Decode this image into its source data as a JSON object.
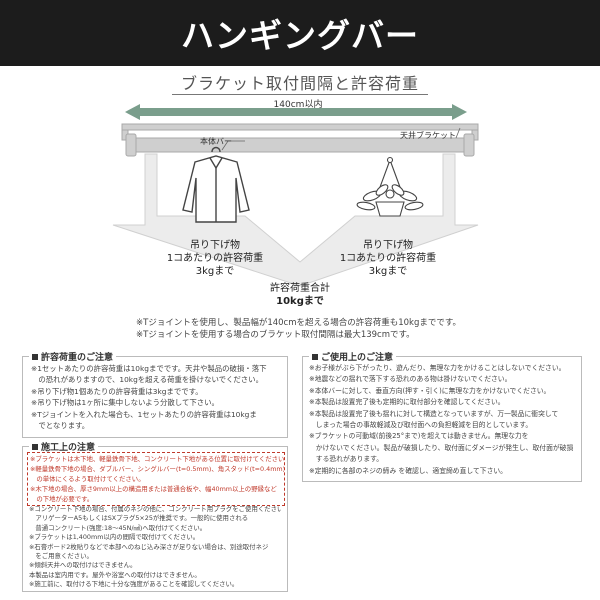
{
  "header": {
    "title": "ハンギングバー"
  },
  "subtitle": "ブラケット取付間隔と許容荷重",
  "diagram": {
    "width_label": "140cm以内",
    "bar_label": "本体バー",
    "bracket_label": "天井ブラケット",
    "left_load": [
      "吊り下げ物",
      "1コあたりの許容荷重",
      "3kgまで"
    ],
    "right_load": [
      "吊り下げ物",
      "1コあたりの許容荷重",
      "3kgまで"
    ],
    "total": [
      "許容荷重合計",
      "10kgまで"
    ]
  },
  "notes": [
    "※Tジョイントを使用し、製品幅が140cmを超える場合の許容荷重も10kgまでです。",
    "※Tジョイントを使用する場合のブラケット取付間隔は最大139cmです。"
  ],
  "load_box": {
    "title": "許容荷重のご注意",
    "lines": [
      "※1セットあたりの許容荷重は10kgまでです。天井や製品の破損・落下",
      "　の恐れがありますので、10kgを超える荷重を掛けないでください。",
      "※吊り下げ物1個あたりの許容荷重は3kgまでです。",
      "※吊り下げ物は1ヶ所に集中しないよう分散して下さい。",
      "※Tジョイントを入れた場合も、1セットあたりの許容荷重は10kgま",
      "　でとなります。"
    ]
  },
  "usage_box": {
    "title": "ご使用上のご注意",
    "lines": [
      "※お子様がぶら下がったり、遊んだり、無理な力をかけることはしないでください。",
      "※地震などの揺れで落下する恐れのある物は掛けないでください。",
      "※本体バーに対して、垂直方向(押す・引く)に無理な力をかけないでください。",
      "※本製品は設置完了後も定期的に取付部分を確認してください。",
      "※本製品は設置完了後も揺れに対して構造となっていますが、万一製品に衝突して",
      "　しまった場合の事故軽減及び取付面への負担軽減を目的としています。",
      "※ブラケットの可動域(前後25°まで)を超えては動きません。無理な力を",
      "　かけないでください。製品が破損したり、取付面にダメージが発生し、取付面が破損",
      "　する恐れがあります。",
      "※定期的に各部のネジの締み を確認し、適宜締め直して下さい。"
    ]
  },
  "install_box": {
    "title": "施工上の注意",
    "red_lines": [
      "※ブラケットは木下地、軽量鉄骨下地、コンクリート下地がある位置に取付けてください。",
      "※軽量鉄骨下地の場合、ダブルバー、シングルバー(t=0.5mm)、角スタッド(t=0.4mm)",
      "　の単体にくるよう取付けてください。",
      "※木下地の場合、厚さ9mm以上の構造用または普通合板や、幅40mm以上の野縁など",
      "　の下地が必要です。"
    ],
    "lines": [
      "※コンクリート下地の場合、付属のネジの他に、コンクリート用プラグをご使用ください。",
      "　アリゲーターA5もしくはSXプラグ5×25が推奨です。一般的に使用される",
      "　普通コンクリート(強度:18～45N/㎟)へ取付けてください。",
      "※ブラケットは1,400mm以内の間隔で取付けてください。",
      "※石膏ボード2枚貼りなどで本部へのねじ込み深さが足りない場合は、別途取付ネジ",
      "　をご用意ください。",
      "※傾斜天井への取付けはできません。",
      "本製品は室内用です。屋外や浴室への取付けはできません。",
      "※施工前に、取付ける下地に十分な強度があることを確認してください。"
    ]
  },
  "colors": {
    "header_bg": "#1c1c1c",
    "arrow": "#7a9e8c",
    "gray": "#c8c8c8",
    "warn_red": "#c0392b"
  }
}
